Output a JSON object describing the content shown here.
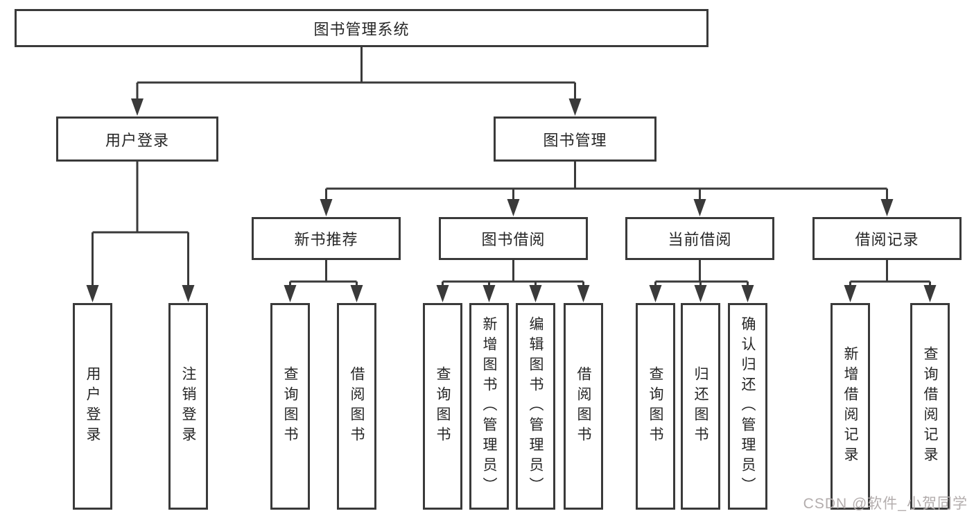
{
  "tree": {
    "root": {
      "label": "图书管理系统"
    },
    "children": [
      {
        "label": "用户登录",
        "children": [
          {
            "label": "用户登录"
          },
          {
            "label": "注销登录"
          }
        ]
      },
      {
        "label": "图书管理",
        "children": [
          {
            "label": "新书推荐",
            "children": [
              {
                "label": "查询图书"
              },
              {
                "label": "借阅图书"
              }
            ]
          },
          {
            "label": "图书借阅",
            "children": [
              {
                "label": "查询图书"
              },
              {
                "label": "新增图书（管理员）"
              },
              {
                "label": "编辑图书（管理员）"
              },
              {
                "label": "借阅图书"
              }
            ]
          },
          {
            "label": "当前借阅",
            "children": [
              {
                "label": "查询图书"
              },
              {
                "label": "归还图书"
              },
              {
                "label": "确认归还（管理员）"
              }
            ]
          },
          {
            "label": "借阅记录",
            "children": [
              {
                "label": "新增借阅记录"
              },
              {
                "label": "查询借阅记录"
              }
            ]
          }
        ]
      }
    ]
  },
  "watermark": {
    "text": "CSDN @软件_小贺同学"
  },
  "colors": {
    "line": "#3a3a3a",
    "text": "#262626",
    "background": "#ffffff",
    "watermark": "#b3adad"
  }
}
